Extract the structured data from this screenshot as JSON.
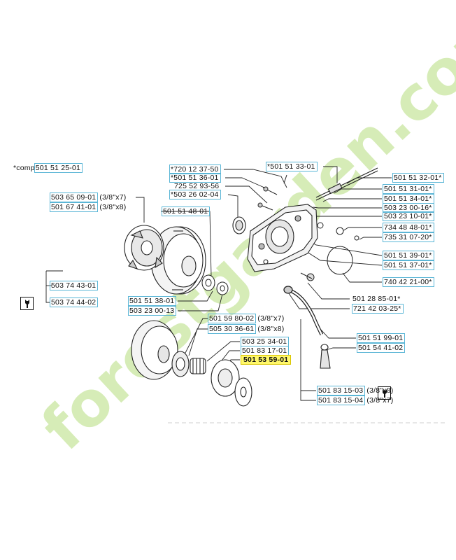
{
  "watermark": {
    "text": "forestgarden.com",
    "color": "#c9e6a0"
  },
  "colors": {
    "label_box": "#5bb6d6",
    "highlight": "#fff86a",
    "ink": "#111111"
  },
  "labels": {
    "comp_prefix": "*comp",
    "comp": "501 51 25-01",
    "l01": "*720 12 37-50",
    "l02": "*501 51 36-01",
    "l03": "725 52 93-56",
    "l04": "*503 26 02-04",
    "l05": "*501 51 33-01",
    "l06": "501 51 32-01*",
    "l07": "501 51 31-01*",
    "l08": "501 51 34-01*",
    "l09": "503 23 00-16*",
    "l10": "503 23 10-01*",
    "l11": "734 48 48-01*",
    "l12": "735 31 07-20*",
    "l13": "501 51 39-01*",
    "l14": "501 51 37-01*",
    "l15": "740 42 21-00*",
    "l16": "501 28 85-01*",
    "l17": "721 42 03-25*",
    "l18": "501 51 99-01",
    "l19": "501 54 41-02",
    "l20": "503 65 09-01",
    "l20s": "(3/8\"x7)",
    "l21": "501 67 41-01",
    "l21s": "(3/8\"x8)",
    "l22": "501 51 48-01",
    "l23": "503 74 43-01",
    "l24": "503 74 44-02",
    "l25": "501 51 38-01",
    "l26": "503 23 00-13",
    "l27": "501 59 80-02",
    "l27s": "(3/8\"x7)",
    "l28": "505 30 36-61",
    "l28s": "(3/8\"x8)",
    "l29": "503 25 34-01",
    "l30": "501 83 17-01",
    "l31": "501 53 59-01",
    "l32": "501 83 15-03",
    "l32s": "(3/8\"x8)",
    "l33": "501 83 15-04",
    "l33s": "(3/8\"x7)"
  }
}
